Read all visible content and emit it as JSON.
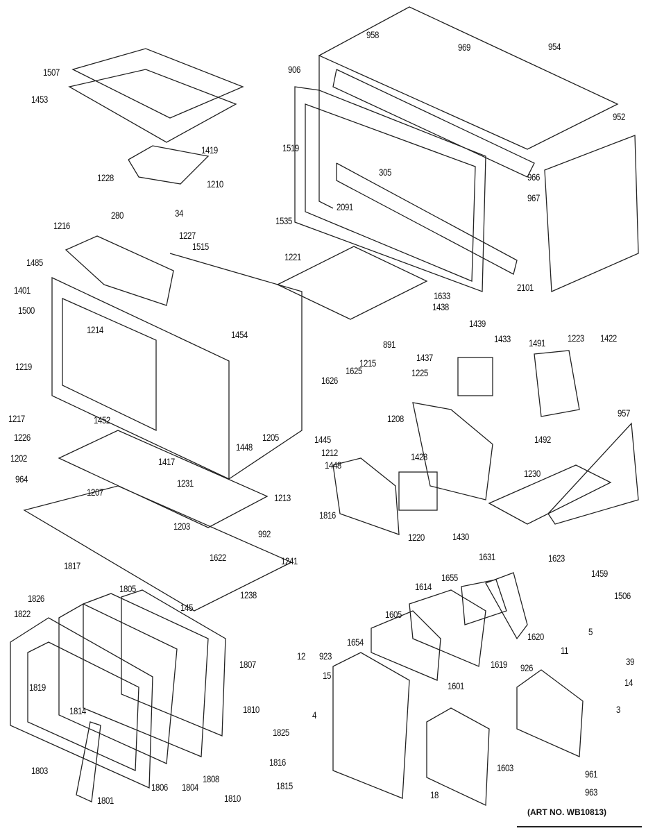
{
  "diagram": {
    "art_number": "(ART NO. WB10813)",
    "callouts": [
      {
        "id": "c1507",
        "text": "1507"
      },
      {
        "id": "c1453",
        "text": "1453"
      },
      {
        "id": "c1419",
        "text": "1419"
      },
      {
        "id": "c1228",
        "text": "1228"
      },
      {
        "id": "c1210",
        "text": "1210"
      },
      {
        "id": "c280",
        "text": "280"
      },
      {
        "id": "c34",
        "text": "34"
      },
      {
        "id": "c1216",
        "text": "1216"
      },
      {
        "id": "c1227",
        "text": "1227"
      },
      {
        "id": "c1515",
        "text": "1515"
      },
      {
        "id": "c1485",
        "text": "1485"
      },
      {
        "id": "c1401",
        "text": "1401"
      },
      {
        "id": "c1500",
        "text": "1500"
      },
      {
        "id": "c1214",
        "text": "1214"
      },
      {
        "id": "c1219",
        "text": "1219"
      },
      {
        "id": "c1217",
        "text": "1217"
      },
      {
        "id": "c1226",
        "text": "1226"
      },
      {
        "id": "c1452",
        "text": "1452"
      },
      {
        "id": "c1202",
        "text": "1202"
      },
      {
        "id": "c964",
        "text": "964"
      },
      {
        "id": "c1417",
        "text": "1417"
      },
      {
        "id": "c1231",
        "text": "1231"
      },
      {
        "id": "c1207",
        "text": "1207"
      },
      {
        "id": "c1203",
        "text": "1203"
      },
      {
        "id": "c992",
        "text": "992"
      },
      {
        "id": "c1241",
        "text": "1241"
      },
      {
        "id": "c1622",
        "text": "1622"
      },
      {
        "id": "c1238",
        "text": "1238"
      },
      {
        "id": "c145",
        "text": "145"
      },
      {
        "id": "c1817",
        "text": "1817"
      },
      {
        "id": "c1826",
        "text": "1826"
      },
      {
        "id": "c1805",
        "text": "1805"
      },
      {
        "id": "c1822",
        "text": "1822"
      },
      {
        "id": "c1807",
        "text": "1807"
      },
      {
        "id": "c1819",
        "text": "1819"
      },
      {
        "id": "c1814",
        "text": "1814"
      },
      {
        "id": "c1810a",
        "text": "1810"
      },
      {
        "id": "c1825",
        "text": "1825"
      },
      {
        "id": "c1816a",
        "text": "1816"
      },
      {
        "id": "c1815",
        "text": "1815"
      },
      {
        "id": "c1810b",
        "text": "1810"
      },
      {
        "id": "c1803",
        "text": "1803"
      },
      {
        "id": "c1806",
        "text": "1806"
      },
      {
        "id": "c1804",
        "text": "1804"
      },
      {
        "id": "c1808",
        "text": "1808"
      },
      {
        "id": "c1801",
        "text": "1801"
      },
      {
        "id": "c12",
        "text": "12"
      },
      {
        "id": "c15",
        "text": "15"
      },
      {
        "id": "c4",
        "text": "4"
      },
      {
        "id": "c1535",
        "text": "1535"
      },
      {
        "id": "c1221",
        "text": "1221"
      },
      {
        "id": "c1454",
        "text": "1454"
      },
      {
        "id": "c1448a",
        "text": "1448"
      },
      {
        "id": "c1205",
        "text": "1205"
      },
      {
        "id": "c1445",
        "text": "1445"
      },
      {
        "id": "c1212",
        "text": "1212"
      },
      {
        "id": "c1448b",
        "text": "1448"
      },
      {
        "id": "c1213",
        "text": "1213"
      },
      {
        "id": "c1816b",
        "text": "1816"
      },
      {
        "id": "c1626",
        "text": "1626"
      },
      {
        "id": "c1625",
        "text": "1625"
      },
      {
        "id": "c1215",
        "text": "1215"
      },
      {
        "id": "c891",
        "text": "891"
      },
      {
        "id": "c1633",
        "text": "1633"
      },
      {
        "id": "c1438",
        "text": "1438"
      },
      {
        "id": "c1439",
        "text": "1439"
      },
      {
        "id": "c1437",
        "text": "1437"
      },
      {
        "id": "c1433",
        "text": "1433"
      },
      {
        "id": "c1491",
        "text": "1491"
      },
      {
        "id": "c1223",
        "text": "1223"
      },
      {
        "id": "c1422",
        "text": "1422"
      },
      {
        "id": "c1225",
        "text": "1225"
      },
      {
        "id": "c1208",
        "text": "1208"
      },
      {
        "id": "c1492",
        "text": "1492"
      },
      {
        "id": "c957",
        "text": "957"
      },
      {
        "id": "c1428",
        "text": "1428"
      },
      {
        "id": "c1230",
        "text": "1230"
      },
      {
        "id": "c1220",
        "text": "1220"
      },
      {
        "id": "c1430",
        "text": "1430"
      },
      {
        "id": "c958",
        "text": "958"
      },
      {
        "id": "c969",
        "text": "969"
      },
      {
        "id": "c954",
        "text": "954"
      },
      {
        "id": "c906",
        "text": "906"
      },
      {
        "id": "c952",
        "text": "952"
      },
      {
        "id": "c1519",
        "text": "1519"
      },
      {
        "id": "c305",
        "text": "305"
      },
      {
        "id": "c966",
        "text": "966"
      },
      {
        "id": "c967",
        "text": "967"
      },
      {
        "id": "c2091",
        "text": "2091"
      },
      {
        "id": "c2101",
        "text": "2101"
      },
      {
        "id": "c1631",
        "text": "1631"
      },
      {
        "id": "c1623",
        "text": "1623"
      },
      {
        "id": "c1459",
        "text": "1459"
      },
      {
        "id": "c1506",
        "text": "1506"
      },
      {
        "id": "c1655",
        "text": "1655"
      },
      {
        "id": "c1614",
        "text": "1614"
      },
      {
        "id": "c1605",
        "text": "1605"
      },
      {
        "id": "c1654",
        "text": "1654"
      },
      {
        "id": "c1620",
        "text": "1620"
      },
      {
        "id": "c1619",
        "text": "1619"
      },
      {
        "id": "c5",
        "text": "5"
      },
      {
        "id": "c39",
        "text": "39"
      },
      {
        "id": "c11",
        "text": "11"
      },
      {
        "id": "c926",
        "text": "926"
      },
      {
        "id": "c14",
        "text": "14"
      },
      {
        "id": "c923",
        "text": "923"
      },
      {
        "id": "c1601",
        "text": "1601"
      },
      {
        "id": "c3",
        "text": "3"
      },
      {
        "id": "c1603",
        "text": "1603"
      },
      {
        "id": "c961",
        "text": "961"
      },
      {
        "id": "c963",
        "text": "963"
      },
      {
        "id": "c18",
        "text": "18"
      }
    ]
  }
}
